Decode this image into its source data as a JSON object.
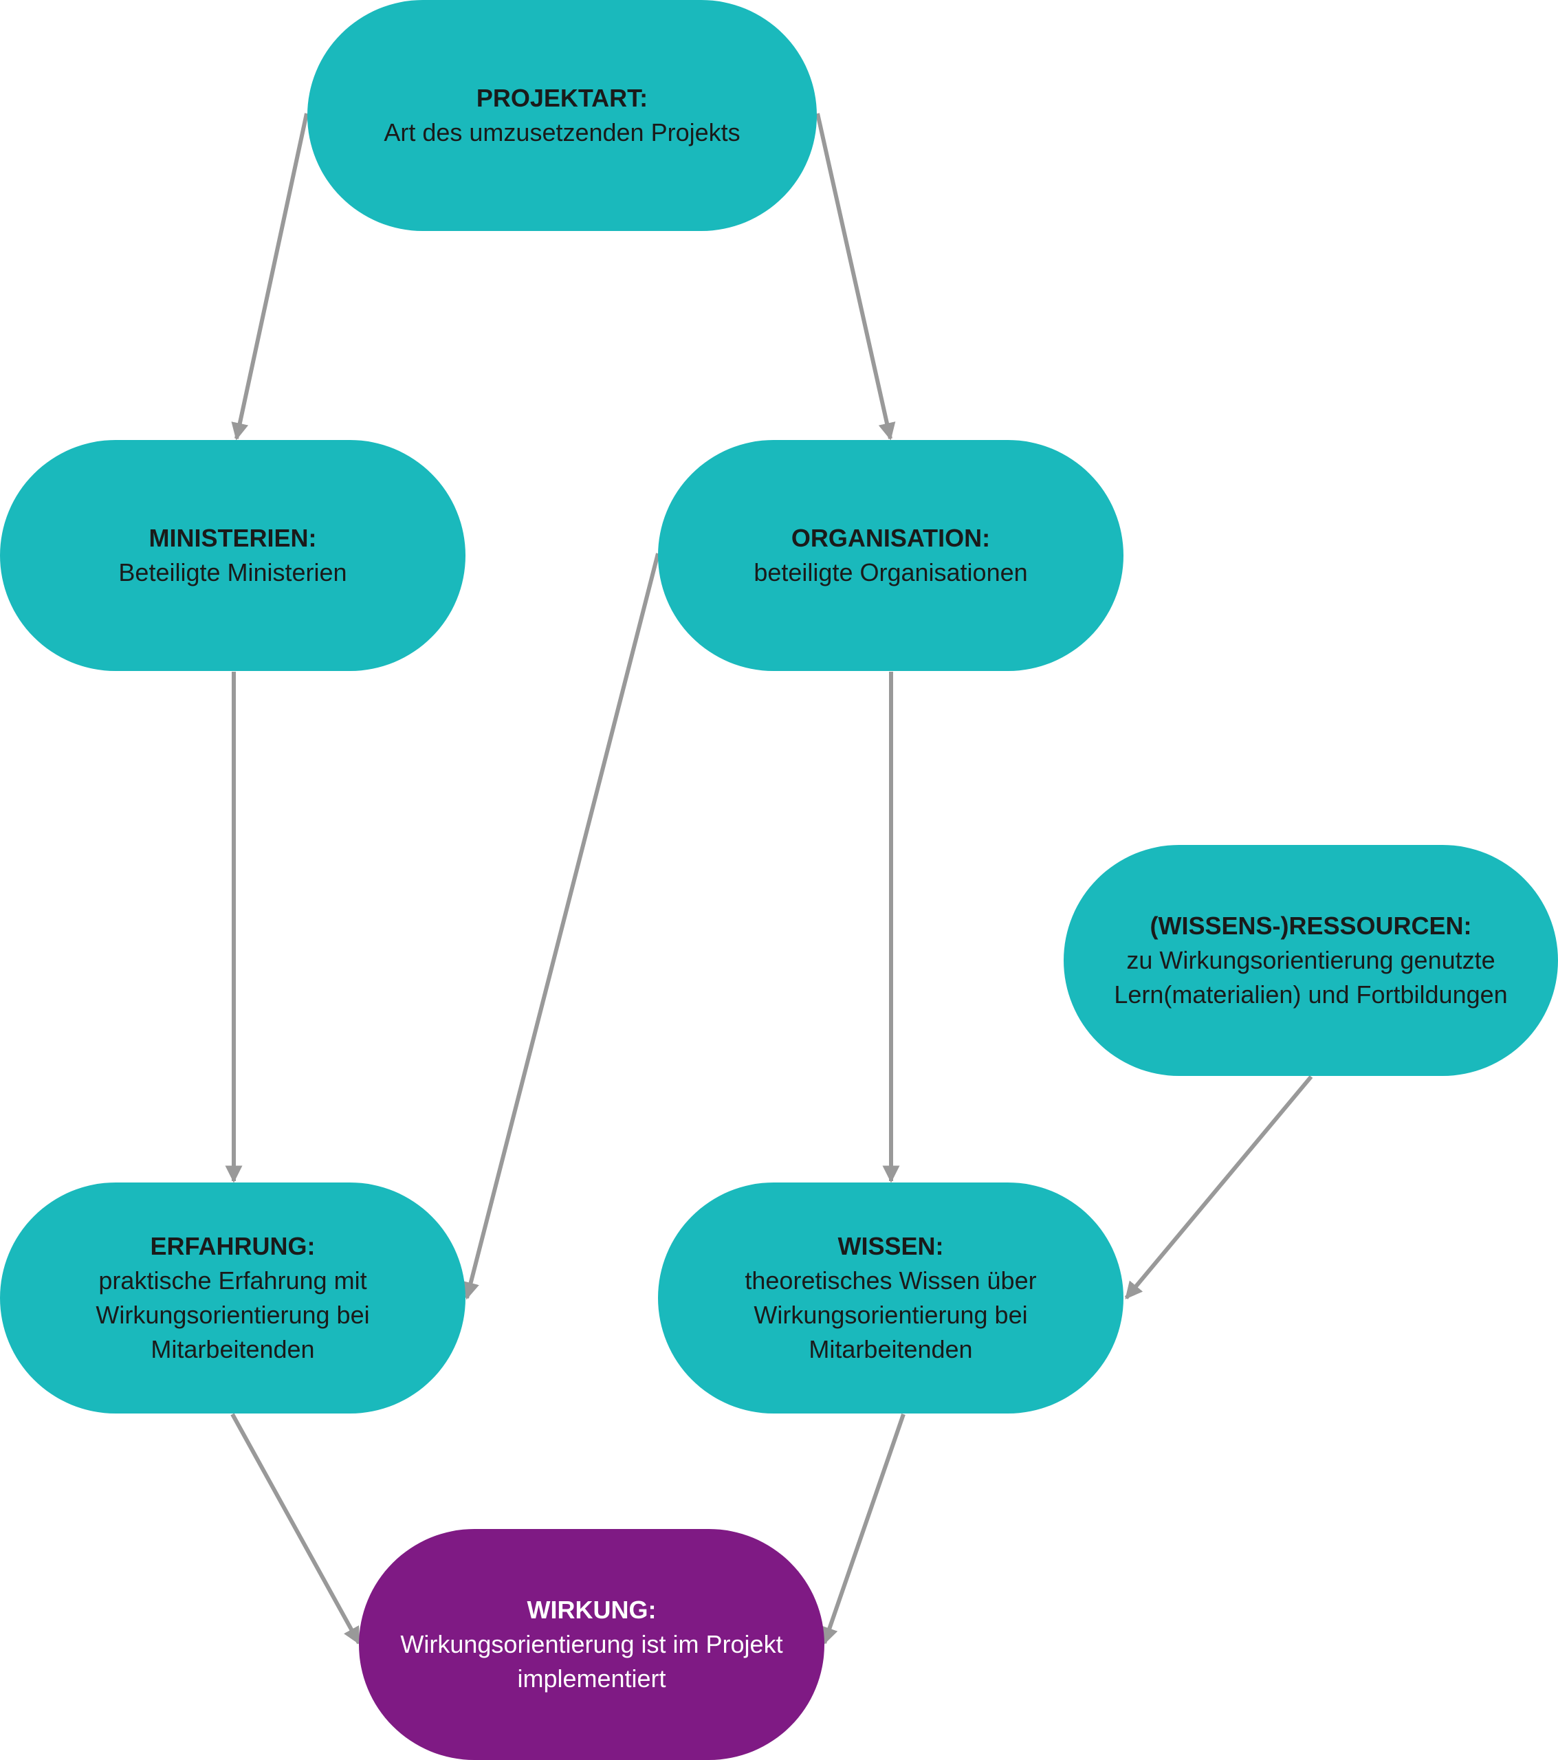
{
  "nodes": {
    "projektart": {
      "title": "PROJEKTART:",
      "lines": [
        "Art des umzusetzenden Projekts"
      ]
    },
    "ministerien": {
      "title": "MINISTERIEN:",
      "lines": [
        "Beteiligte Ministerien"
      ]
    },
    "organisation": {
      "title": "ORGANISATION:",
      "lines": [
        "beteiligte Organisationen"
      ]
    },
    "ressourcen": {
      "title": "(WISSENS-)RESSOURCEN:",
      "lines": [
        "zu Wirkungsorientierung genutzte",
        "Lern(materialien) und Fortbildungen"
      ]
    },
    "erfahrung": {
      "title": "ERFAHRUNG:",
      "lines": [
        "praktische Erfahrung mit",
        "Wirkungsorientierung bei",
        "Mitarbeitenden"
      ]
    },
    "wissen": {
      "title": "WISSEN:",
      "lines": [
        "theoretisches Wissen über",
        "Wirkungsorientierung bei",
        "Mitarbeitenden"
      ]
    },
    "wirkung": {
      "title": "WIRKUNG:",
      "lines": [
        "Wirkungsorientierung ist im Projekt",
        "implementiert"
      ]
    }
  },
  "colors": {
    "node_fill": "#1ab9bc",
    "outcome_fill": "#7f1a84",
    "edge": "#999999"
  },
  "edges": [
    {
      "from": "projektart",
      "to": "ministerien"
    },
    {
      "from": "projektart",
      "to": "organisation"
    },
    {
      "from": "ministerien",
      "to": "erfahrung"
    },
    {
      "from": "organisation",
      "to": "erfahrung"
    },
    {
      "from": "organisation",
      "to": "wissen"
    },
    {
      "from": "ressourcen",
      "to": "wissen"
    },
    {
      "from": "erfahrung",
      "to": "wirkung"
    },
    {
      "from": "wissen",
      "to": "wirkung"
    }
  ]
}
